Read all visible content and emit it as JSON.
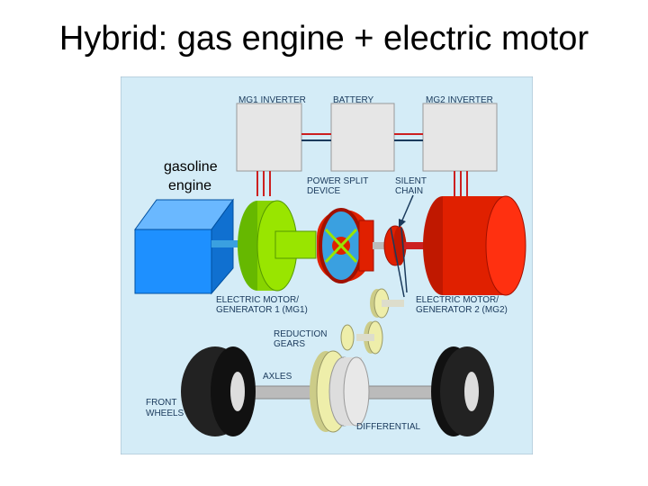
{
  "slide": {
    "title": "Hybrid: gas engine + electric motor"
  },
  "diagram": {
    "background_color": "#d4ecf7",
    "labels": {
      "mg1_inverter": "MG1 INVERTER",
      "battery": "BATTERY",
      "mg2_inverter": "MG2 INVERTER",
      "gasoline_engine_line1": "gasoline",
      "gasoline_engine_line2": "engine",
      "power_split_line1": "POWER SPLIT",
      "power_split_line2": "DEVICE",
      "silent_chain_line1": "SILENT",
      "silent_chain_line2": "CHAIN",
      "mg1_line1": "ELECTRIC MOTOR/",
      "mg1_line2": "GENERATOR 1 (MG1)",
      "mg2_line1": "ELECTRIC MOTOR/",
      "mg2_line2": "GENERATOR 2 (MG2)",
      "reduction_line1": "REDUCTION",
      "reduction_line2": "GEARS",
      "axles": "AXLES",
      "front_wheels_line1": "FRONT",
      "front_wheels_line2": "WHEELS",
      "differential": "DIFFERENTIAL"
    },
    "colors": {
      "engine": "#1e90ff",
      "mg1": "#99e500",
      "power_split": "#e02000",
      "mg2": "#e02000",
      "gears": "#eeeeaa",
      "inverter_box": "#e6e6e6",
      "wheel": "#111111",
      "wire": "#cc2020",
      "shaft": "#bbbbbb"
    }
  }
}
